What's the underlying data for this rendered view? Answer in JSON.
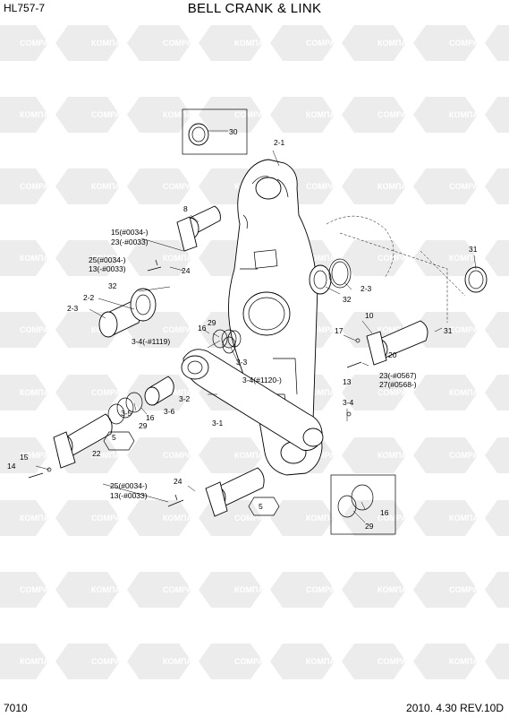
{
  "header": {
    "model": "HL757-7",
    "title": "BELL CRANK & LINK"
  },
  "footer": {
    "page": "7010",
    "revision": "2010. 4.30  REV.10D"
  },
  "watermark": {
    "brand": "COMPART",
    "brand_cyrillic": "КОМПАРТ"
  },
  "labels": {
    "l30": "30",
    "l2_1": "2-1",
    "l8": "8",
    "l15a": "15(#0034-)",
    "l23a": "23(-#0033)",
    "l25a": "25(#0034-)",
    "l13a": "13(-#0033)",
    "l24a": "24",
    "l31a": "31",
    "l32a": "32",
    "l2_2": "2-2",
    "l2_3a": "2-3",
    "l32b": "32",
    "l2_3b": "2-3",
    "l29a": "29",
    "l16a": "16",
    "l3_4a": "3-4(-#1119)",
    "l10": "10",
    "l17": "17",
    "l31b": "31",
    "l20": "20",
    "l3_3": "3-3",
    "l3_4b": "3-4(#1120-)",
    "l13b": "13",
    "l23b": "23(-#0567)",
    "l27": "27(#0568-)",
    "l3_2": "3-2",
    "l16b": "16",
    "l29b": "29",
    "l3_6": "3-6",
    "l3_5": "3-5",
    "l3_1": "3-1",
    "l3_4c": "3-4",
    "l5a": "5",
    "l15b": "15",
    "l14": "14",
    "l22": "22",
    "l25b": "25(#0034-)",
    "l13c": "13(-#0033)",
    "l24b": "24",
    "l5b": "5",
    "l16c": "16",
    "l29c": "29"
  }
}
